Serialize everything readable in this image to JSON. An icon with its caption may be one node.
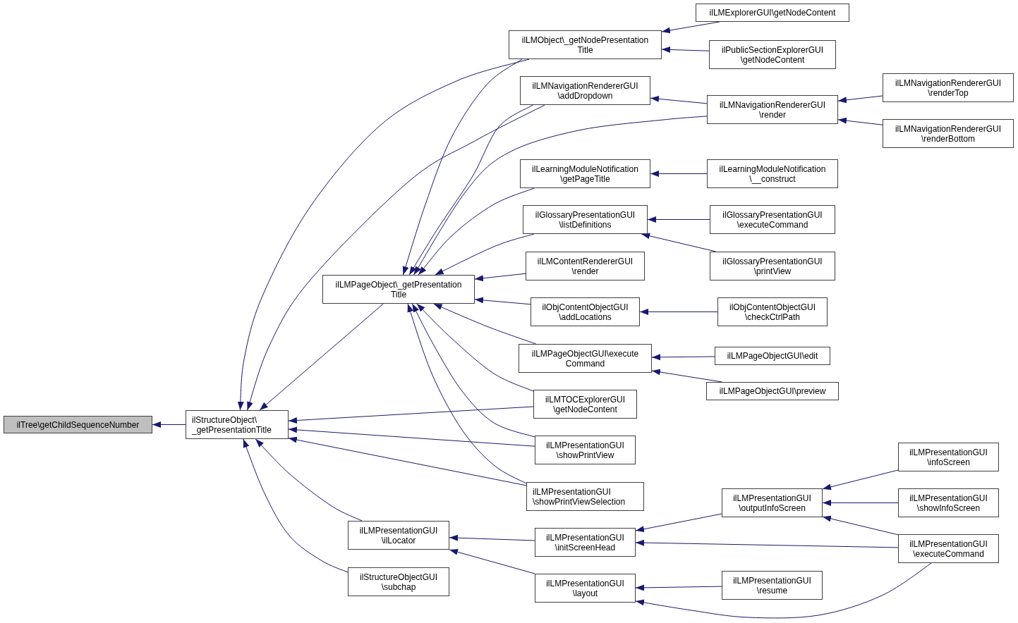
{
  "diagram": {
    "nodes": [
      {
        "text": [
          "ilTree\\getChildSequenceNumber"
        ]
      },
      {
        "text": [
          "ilStructureObject\\ _getPresentationTitle"
        ]
      },
      {
        "text": [
          "ilLMPageObject\\_getPresentation Title"
        ]
      },
      {
        "text": [
          "ilLMPresentationGUI \\ilLocator"
        ]
      },
      {
        "text": [
          "ilStructureObjectGUI \\subchap"
        ]
      },
      {
        "text": [
          "ilLMObject\\_getNodePresentation Title"
        ]
      },
      {
        "text": [
          "ilLMNavigationRendererGUI \\addDropdown"
        ]
      },
      {
        "text": [
          "ilLearningModuleNotification \\getPageTitle"
        ]
      },
      {
        "text": [
          "ilGlossaryPresentationGUI \\listDefinitions"
        ]
      },
      {
        "text": [
          "ilLMContentRendererGUI \\render"
        ]
      },
      {
        "text": [
          "ilObjContentObjectGUI \\addLocations"
        ]
      },
      {
        "text": [
          "ilLMPageObjectGUI\\execute Command"
        ]
      },
      {
        "text": [
          "ilLMTOCExplorerGUI \\getNodeContent"
        ]
      },
      {
        "text": [
          "ilLMPresentationGUI \\showPrintView"
        ]
      },
      {
        "text": [
          "ilLMPresentationGUI \\showPrintViewSelection"
        ]
      },
      {
        "text": [
          "ilLMPresentationGUI \\initScreenHead"
        ]
      },
      {
        "text": [
          "ilLMPresentationGUI \\layout"
        ]
      },
      {
        "text": [
          "ilLMExplorerGUI\\getNodeContent"
        ]
      },
      {
        "text": [
          "ilPublicSectionExplorerGUI \\getNodeContent"
        ]
      },
      {
        "text": [
          "ilLMNavigationRendererGUI \\render"
        ]
      },
      {
        "text": [
          "ilLearningModuleNotification \\__construct"
        ]
      },
      {
        "text": [
          "ilGlossaryPresentationGUI \\executeCommand"
        ]
      },
      {
        "text": [
          "ilGlossaryPresentationGUI \\printView"
        ]
      },
      {
        "text": [
          "ilObjContentObjectGUI \\checkCtrlPath"
        ]
      },
      {
        "text": [
          "ilLMPageObjectGUI\\edit"
        ]
      },
      {
        "text": [
          "ilLMPageObjectGUI\\preview"
        ]
      },
      {
        "text": [
          "ilLMPresentationGUI \\outputInfoScreen"
        ]
      },
      {
        "text": [
          "ilLMPresentationGUI \\resume"
        ]
      },
      {
        "text": [
          "ilLMNavigationRendererGUI \\renderTop"
        ]
      },
      {
        "text": [
          "ilLMNavigationRendererGUI \\renderBottom"
        ]
      },
      {
        "text": [
          "ilLMPresentationGUI \\infoScreen"
        ]
      },
      {
        "text": [
          "ilLMPresentationGUI \\showInfoScreen"
        ]
      },
      {
        "text": [
          "ilLMPresentationGUI \\executeCommand"
        ]
      }
    ],
    "edges": [
      {
        "from": 1,
        "to": 0,
        "arrow": "to"
      },
      {
        "from": 5,
        "to": 1,
        "arrow": "to"
      },
      {
        "from": 6,
        "to": 1,
        "arrow": "to"
      },
      {
        "from": 2,
        "to": 1,
        "arrow": "to"
      },
      {
        "from": 12,
        "to": 1,
        "arrow": "to"
      },
      {
        "from": 13,
        "to": 1,
        "arrow": "to"
      },
      {
        "from": 14,
        "to": 1,
        "arrow": "to"
      },
      {
        "from": 3,
        "to": 1,
        "arrow": "to"
      },
      {
        "from": 4,
        "to": 1,
        "arrow": "to"
      },
      {
        "from": 5,
        "to": 2,
        "arrow": "to"
      },
      {
        "from": 6,
        "to": 2,
        "arrow": "to"
      },
      {
        "from": 19,
        "to": 2,
        "arrow": "to"
      },
      {
        "from": 7,
        "to": 2,
        "arrow": "to"
      },
      {
        "from": 8,
        "to": 2,
        "arrow": "to"
      },
      {
        "from": 9,
        "to": 2,
        "arrow": "to"
      },
      {
        "from": 10,
        "to": 2,
        "arrow": "to"
      },
      {
        "from": 11,
        "to": 2,
        "arrow": "to"
      },
      {
        "from": 12,
        "to": 2,
        "arrow": "to"
      },
      {
        "from": 13,
        "to": 2,
        "arrow": "to"
      },
      {
        "from": 14,
        "to": 2,
        "arrow": "to"
      },
      {
        "from": 17,
        "to": 5,
        "arrow": "to"
      },
      {
        "from": 18,
        "to": 5,
        "arrow": "to"
      },
      {
        "from": 19,
        "to": 6,
        "arrow": "to"
      },
      {
        "from": 28,
        "to": 19,
        "arrow": "to"
      },
      {
        "from": 29,
        "to": 19,
        "arrow": "to"
      },
      {
        "from": 20,
        "to": 7,
        "arrow": "to"
      },
      {
        "from": 21,
        "to": 8,
        "arrow": "to"
      },
      {
        "from": 22,
        "to": 8,
        "arrow": "to"
      },
      {
        "from": 23,
        "to": 10,
        "arrow": "to"
      },
      {
        "from": 24,
        "to": 11,
        "arrow": "to"
      },
      {
        "from": 25,
        "to": 11,
        "arrow": "to"
      },
      {
        "from": 15,
        "to": 3,
        "arrow": "to"
      },
      {
        "from": 16,
        "to": 3,
        "arrow": "to"
      },
      {
        "from": 26,
        "to": 15,
        "arrow": "to"
      },
      {
        "from": 32,
        "to": 15,
        "arrow": "to"
      },
      {
        "from": 27,
        "to": 16,
        "arrow": "to"
      },
      {
        "from": 32,
        "to": 16,
        "arrow": "to"
      },
      {
        "from": 30,
        "to": 26,
        "arrow": "to"
      },
      {
        "from": 31,
        "to": 26,
        "arrow": "to"
      },
      {
        "from": 32,
        "to": 26,
        "arrow": "to"
      }
    ]
  }
}
